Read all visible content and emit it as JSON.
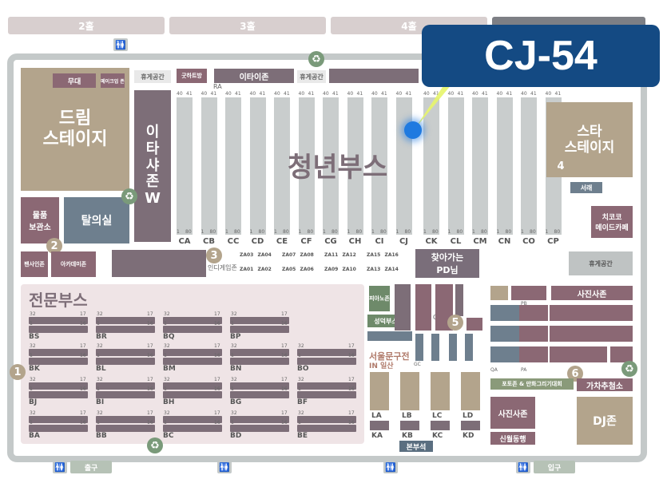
{
  "halls": [
    "2홀",
    "3홀",
    "4홀"
  ],
  "callout": {
    "label": "CJ-54",
    "bg": "#144a83"
  },
  "zones": {
    "main_title": "청년부스",
    "dream_stage": "드림\n스테이지",
    "dream_stage_parts": [
      "드림",
      "스테이지"
    ],
    "stage_sub": "무대",
    "makeup": "메이크업\n존",
    "ita_w": [
      "이",
      "타",
      "샤",
      "존",
      "W"
    ],
    "star_stage": [
      "스타",
      "스테이지"
    ],
    "locker": "물품\n보관소",
    "locker_parts": [
      "물품",
      "보관소"
    ],
    "dressing": "탈의실",
    "rest": "휴게공간",
    "culture": "굿하트방",
    "itazone": "이타이존",
    "rest2": "휴게공간",
    "rest3": "휴게공간",
    "pro_booth": "전문부스",
    "find_pd": [
      "찾아가는",
      "PD님"
    ],
    "indie": "인디게임존",
    "photo": "사진사존",
    "photo2": "사진사존",
    "gacha": "가차추첨소",
    "dj": "DJ존",
    "seoul_stationery": "서울문구전",
    "seoul_in": "IN 일산",
    "main_booth": "본부석",
    "festival": "신월동행",
    "fanzine": "팬사인존",
    "academy": "아카데미존",
    "mara": "서래",
    "chicoco": "치코코\n메이드카페",
    "chicoco_parts": [
      "치코코",
      "메이드카페"
    ],
    "pono": "피아노존",
    "seongdeok": "성덕부스",
    "ga": "GA",
    "pone": "포토존 & 만화그리기대회",
    "exit_label": "출구",
    "entry_label": "입구",
    "ra": "RA",
    "pa": "PA",
    "pb": "PB",
    "gc": "GC",
    "qa": "QA"
  },
  "numbers": [
    "1",
    "2",
    "3",
    "4",
    "5",
    "6"
  ],
  "columns": [
    "CA",
    "CB",
    "CC",
    "CD",
    "CE",
    "CF",
    "CG",
    "CH",
    "CI",
    "CJ",
    "CK",
    "CL",
    "CM",
    "CN",
    "CO",
    "CP"
  ],
  "za_top": [
    "ZA03",
    "ZA04",
    "ZA07",
    "ZA08",
    "ZA11",
    "ZA12",
    "ZA15",
    "ZA16"
  ],
  "za_bottom": [
    "ZA01",
    "ZA02",
    "ZA05",
    "ZA06",
    "ZA09",
    "ZA10",
    "ZA13",
    "ZA14"
  ],
  "pro_rows": [
    [
      "BS",
      "BR",
      "BQ",
      "BP"
    ],
    [
      "BK",
      "BL",
      "BM",
      "BN",
      "BO"
    ],
    [
      "BJ",
      "BI",
      "BH",
      "BG",
      "BF"
    ],
    [
      "BA",
      "BB",
      "BC",
      "BD",
      "BE"
    ]
  ],
  "la_cols": [
    "LA",
    "LB",
    "LC",
    "LD"
  ],
  "ka_cols": [
    "KA",
    "KB",
    "KC",
    "KD"
  ],
  "strip_nums": {
    "top_left": "32",
    "top_right": "17",
    "bot_left": "1",
    "bot_right": "16"
  },
  "col_nums": {
    "top_a": "40",
    "top_b": "41",
    "bot_a": "1",
    "bot_b": "80"
  }
}
